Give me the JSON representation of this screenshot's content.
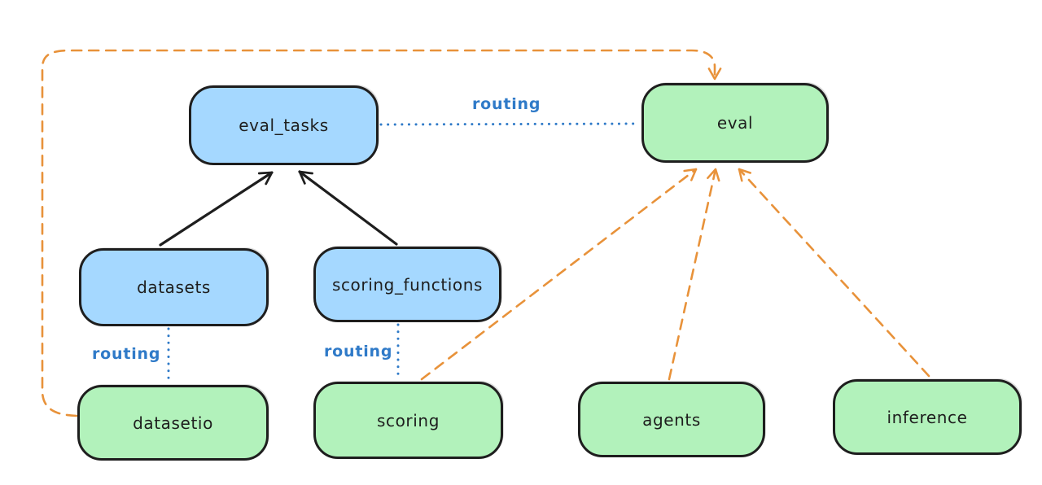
{
  "colors": {
    "background": "#ffffff",
    "node_border": "#1e1e1e",
    "blue_node_fill": "#a5d8ff",
    "green_node_fill": "#b2f2bb",
    "black_edge": "#1e1e1e",
    "orange_edge": "#e8923a",
    "blue_edge": "#2f7ac8",
    "label_text": "#1e1e1e"
  },
  "nodes": [
    {
      "id": "eval_tasks",
      "label": "eval_tasks",
      "fill": "blue"
    },
    {
      "id": "eval",
      "label": "eval",
      "fill": "green"
    },
    {
      "id": "datasets",
      "label": "datasets",
      "fill": "blue"
    },
    {
      "id": "scoring_functions",
      "label": "scoring_functions",
      "fill": "blue"
    },
    {
      "id": "datasetio",
      "label": "datasetio",
      "fill": "green"
    },
    {
      "id": "scoring",
      "label": "scoring",
      "fill": "green"
    },
    {
      "id": "agents",
      "label": "agents",
      "fill": "green"
    },
    {
      "id": "inference",
      "label": "inference",
      "fill": "green"
    }
  ],
  "edge_labels": [
    {
      "id": "routing-eval-tasks-to-eval",
      "text": "routing"
    },
    {
      "id": "routing-datasets-to-datasetio",
      "text": "routing"
    },
    {
      "id": "routing-scoring-functions-to-scoring",
      "text": "routing"
    }
  ],
  "edges": [
    {
      "from": "datasets",
      "to": "eval_tasks",
      "style": "solid-black-arrow"
    },
    {
      "from": "scoring_functions",
      "to": "eval_tasks",
      "style": "solid-black-arrow"
    },
    {
      "from": "eval_tasks",
      "to": "eval",
      "style": "dotted-blue",
      "label": "routing"
    },
    {
      "from": "datasets",
      "to": "datasetio",
      "style": "dotted-blue",
      "label": "routing"
    },
    {
      "from": "scoring_functions",
      "to": "scoring",
      "style": "dotted-blue",
      "label": "routing"
    },
    {
      "from": "scoring",
      "to": "eval",
      "style": "dashed-orange-arrow"
    },
    {
      "from": "agents",
      "to": "eval",
      "style": "dashed-orange-arrow"
    },
    {
      "from": "inference",
      "to": "eval",
      "style": "dashed-orange-arrow"
    },
    {
      "from": "datasetio",
      "to": "eval",
      "style": "dashed-orange-arrow"
    }
  ]
}
